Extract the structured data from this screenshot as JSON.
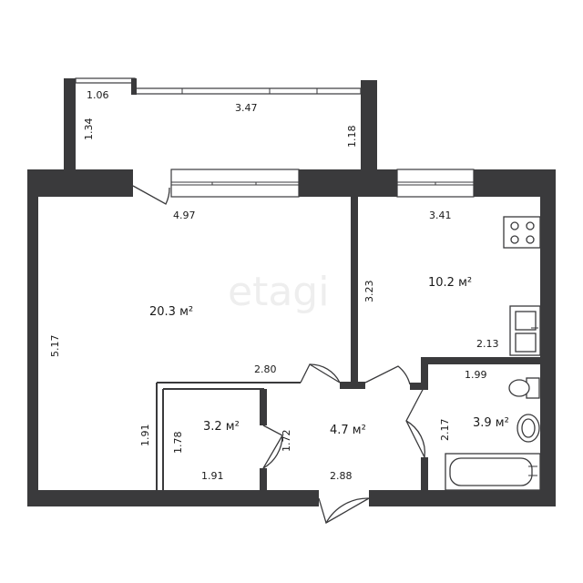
{
  "watermark": "etagi",
  "rooms": {
    "living": {
      "area": "20.3 м²",
      "width_top": "4.97",
      "height_left": "5.17",
      "partition": "2.80",
      "lower_left": "1.91"
    },
    "kitchen": {
      "area": "10.2 м²",
      "width_top": "3.41",
      "height_left": "3.23",
      "counter": "2.13"
    },
    "storage": {
      "area": "3.2 м²",
      "height": "1.78",
      "width": "1.91",
      "door_side": "1.72"
    },
    "hall": {
      "area": "4.7 м²",
      "width": "2.88"
    },
    "bathroom": {
      "area": "3.9 м²",
      "width": "1.99",
      "height": "2.17"
    },
    "balcony": {
      "side_left": "1.06",
      "length": "3.47",
      "depth_left": "1.34",
      "depth_right": "1.18"
    }
  }
}
